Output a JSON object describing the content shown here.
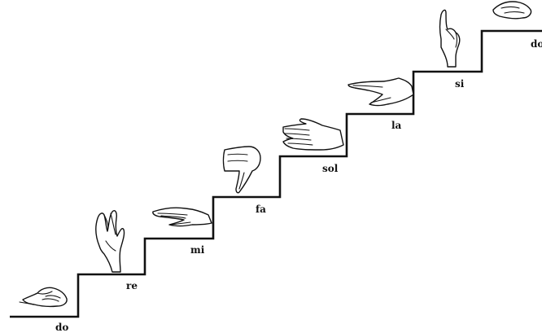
{
  "labels": {
    "do_low": "do",
    "re": "re",
    "mi": "mi",
    "fa": "fa",
    "sol": "sol",
    "la": "la",
    "si": "si",
    "do_high": "do"
  },
  "colors": {
    "ink": "#111111",
    "background": "#ffffff"
  },
  "icons": [
    "fist-hand-icon",
    "raised-flat-hand-icon",
    "flat-palm-down-hand-icon",
    "thumb-down-hand-icon",
    "forward-flat-hand-icon",
    "palm-down-pointing-hand-icon",
    "index-up-hand-icon",
    "fist-hand-icon"
  ]
}
